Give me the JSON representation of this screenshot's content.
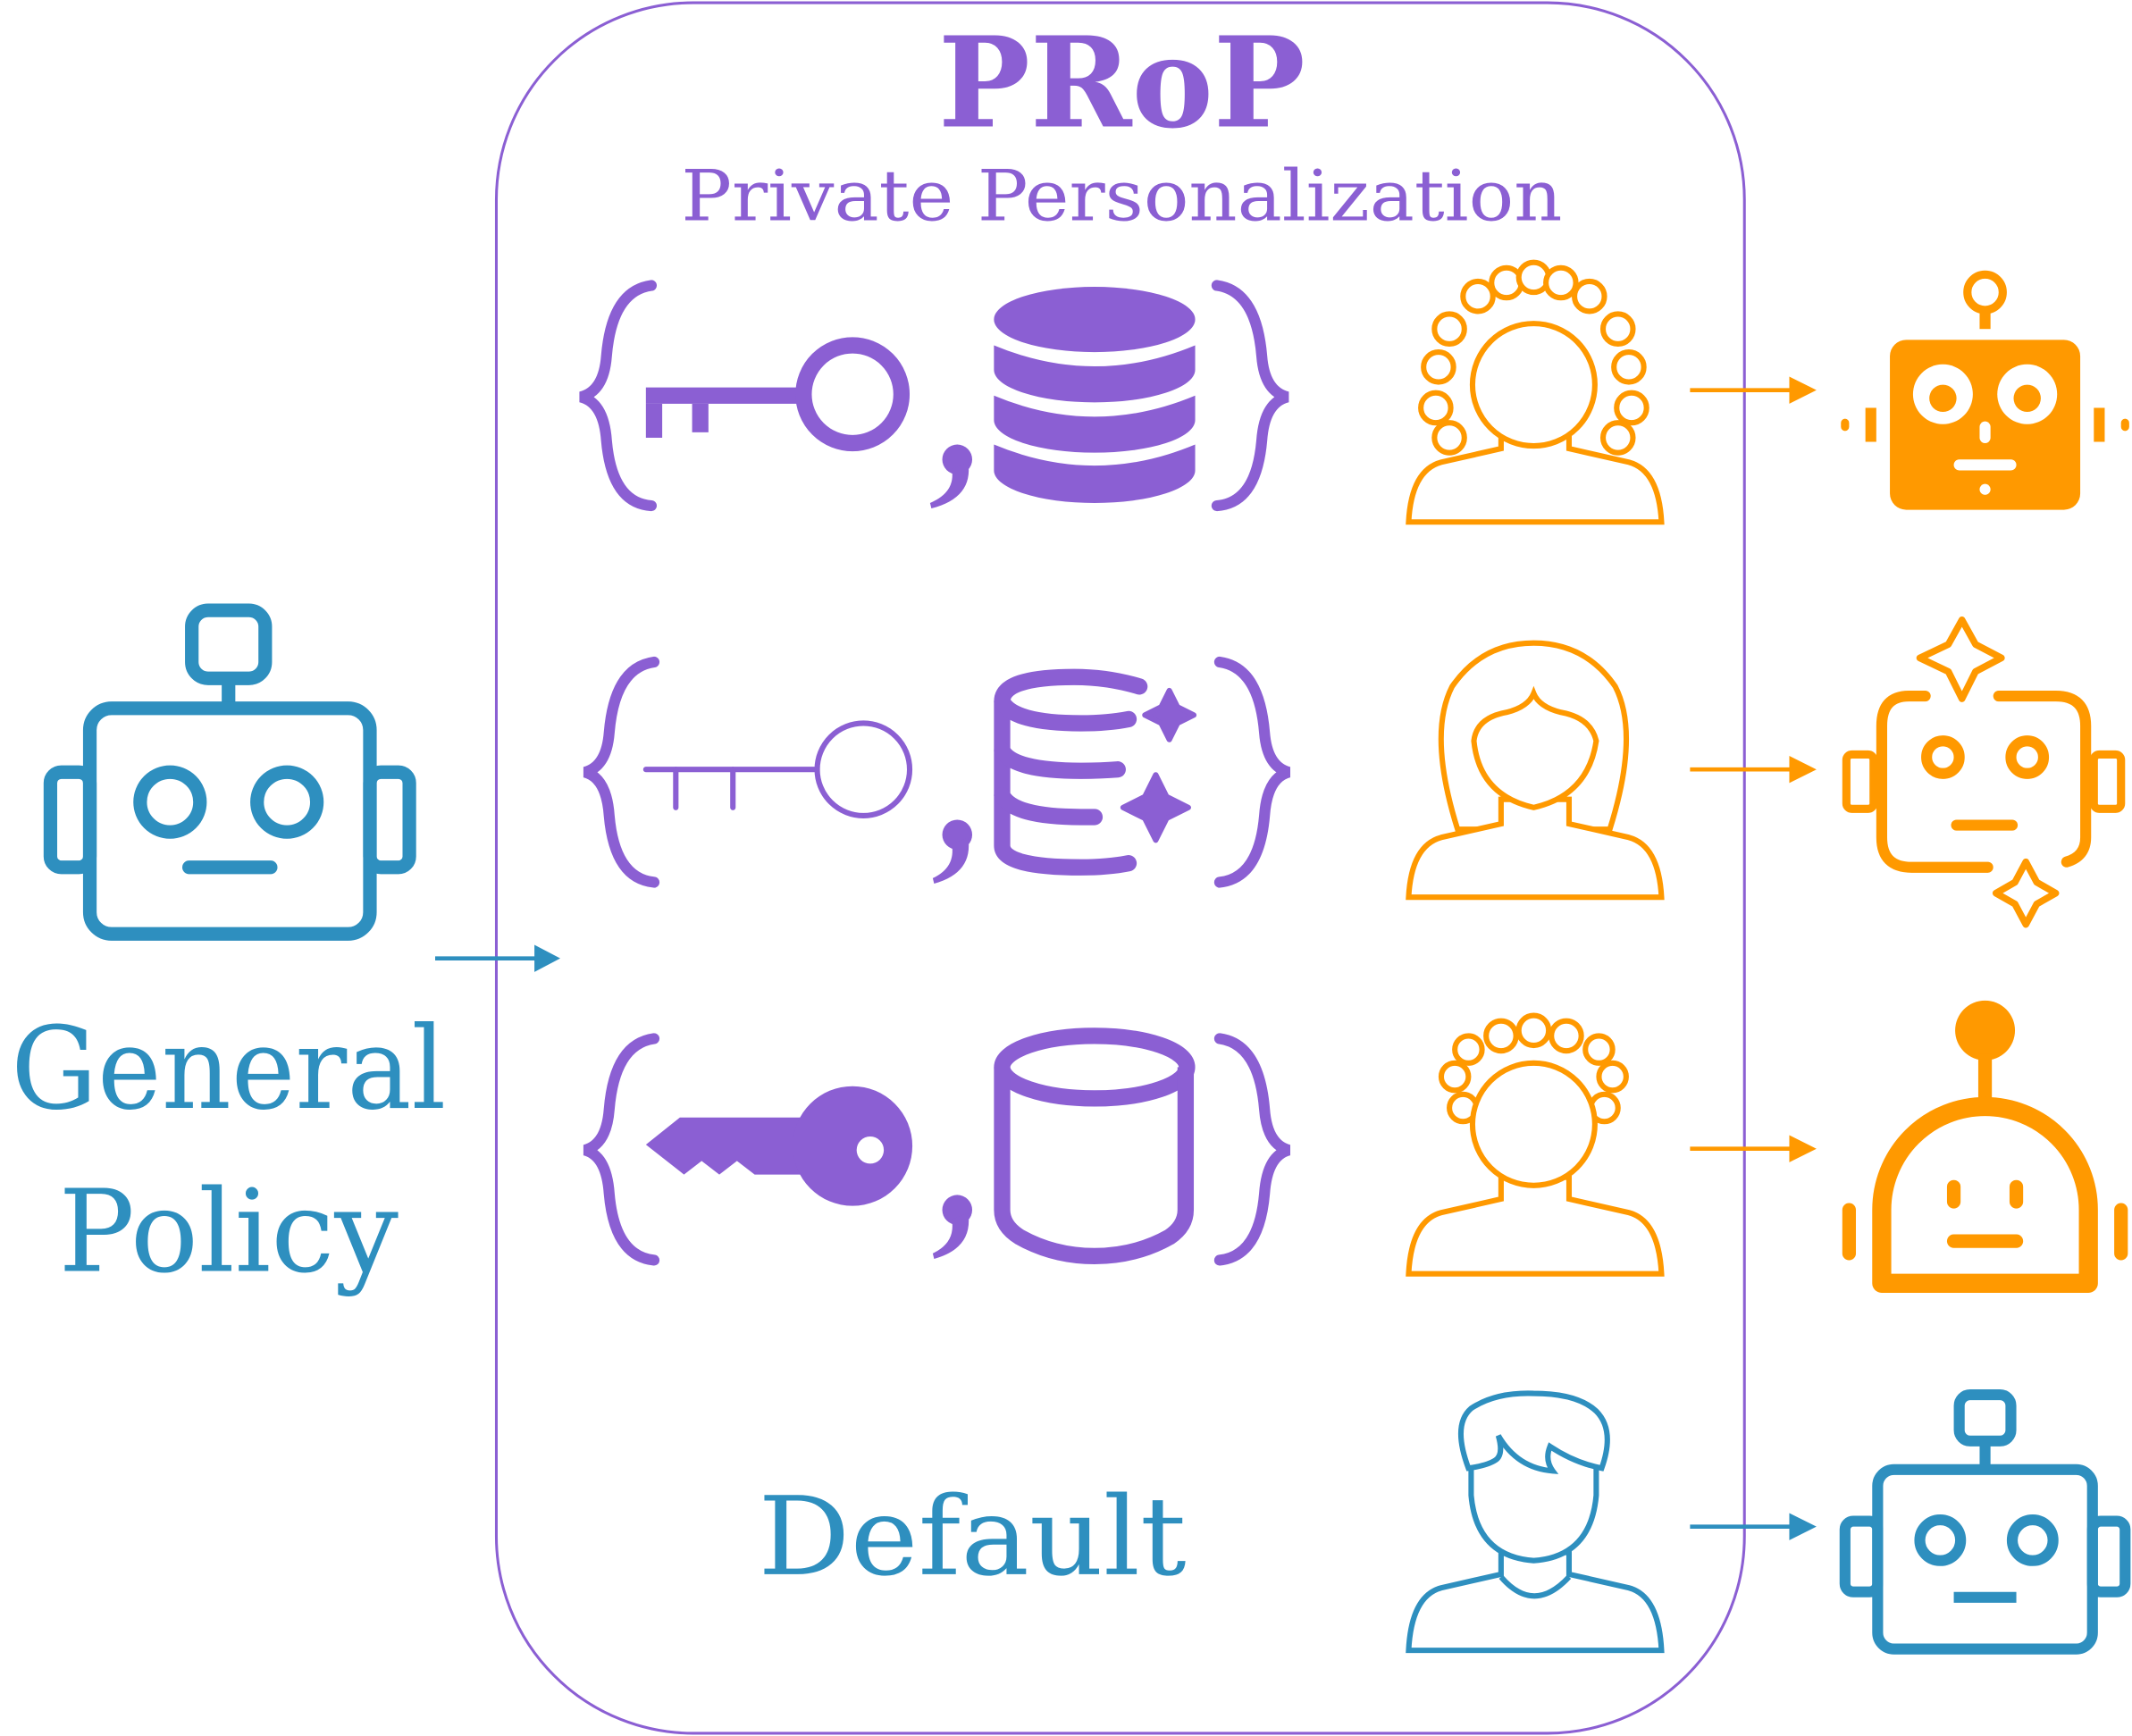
{
  "title": "PRoP",
  "subtitle": "Private Personalization",
  "left_label": {
    "line1": "General",
    "line2": "Policy"
  },
  "default_label": "Default",
  "colors": {
    "purple": "#8B5FD3",
    "blue": "#2E8FBF",
    "orange": "#FF9900"
  },
  "rows": [
    {
      "key_style": "outline-bold",
      "data_style": "stacked-filled",
      "user": "curly-hair-woman",
      "model": "personalized-robot-1"
    },
    {
      "key_style": "thin",
      "data_style": "stacked-outline-sparkles",
      "user": "long-hair-woman",
      "model": "personalized-robot-2"
    },
    {
      "key_style": "filled",
      "data_style": "empty-cylinder",
      "user": "curly-hair-person",
      "model": "personalized-robot-3"
    },
    {
      "key_style": "none",
      "data_style": "none",
      "user": "short-hair-person",
      "model": "general-robot"
    }
  ]
}
